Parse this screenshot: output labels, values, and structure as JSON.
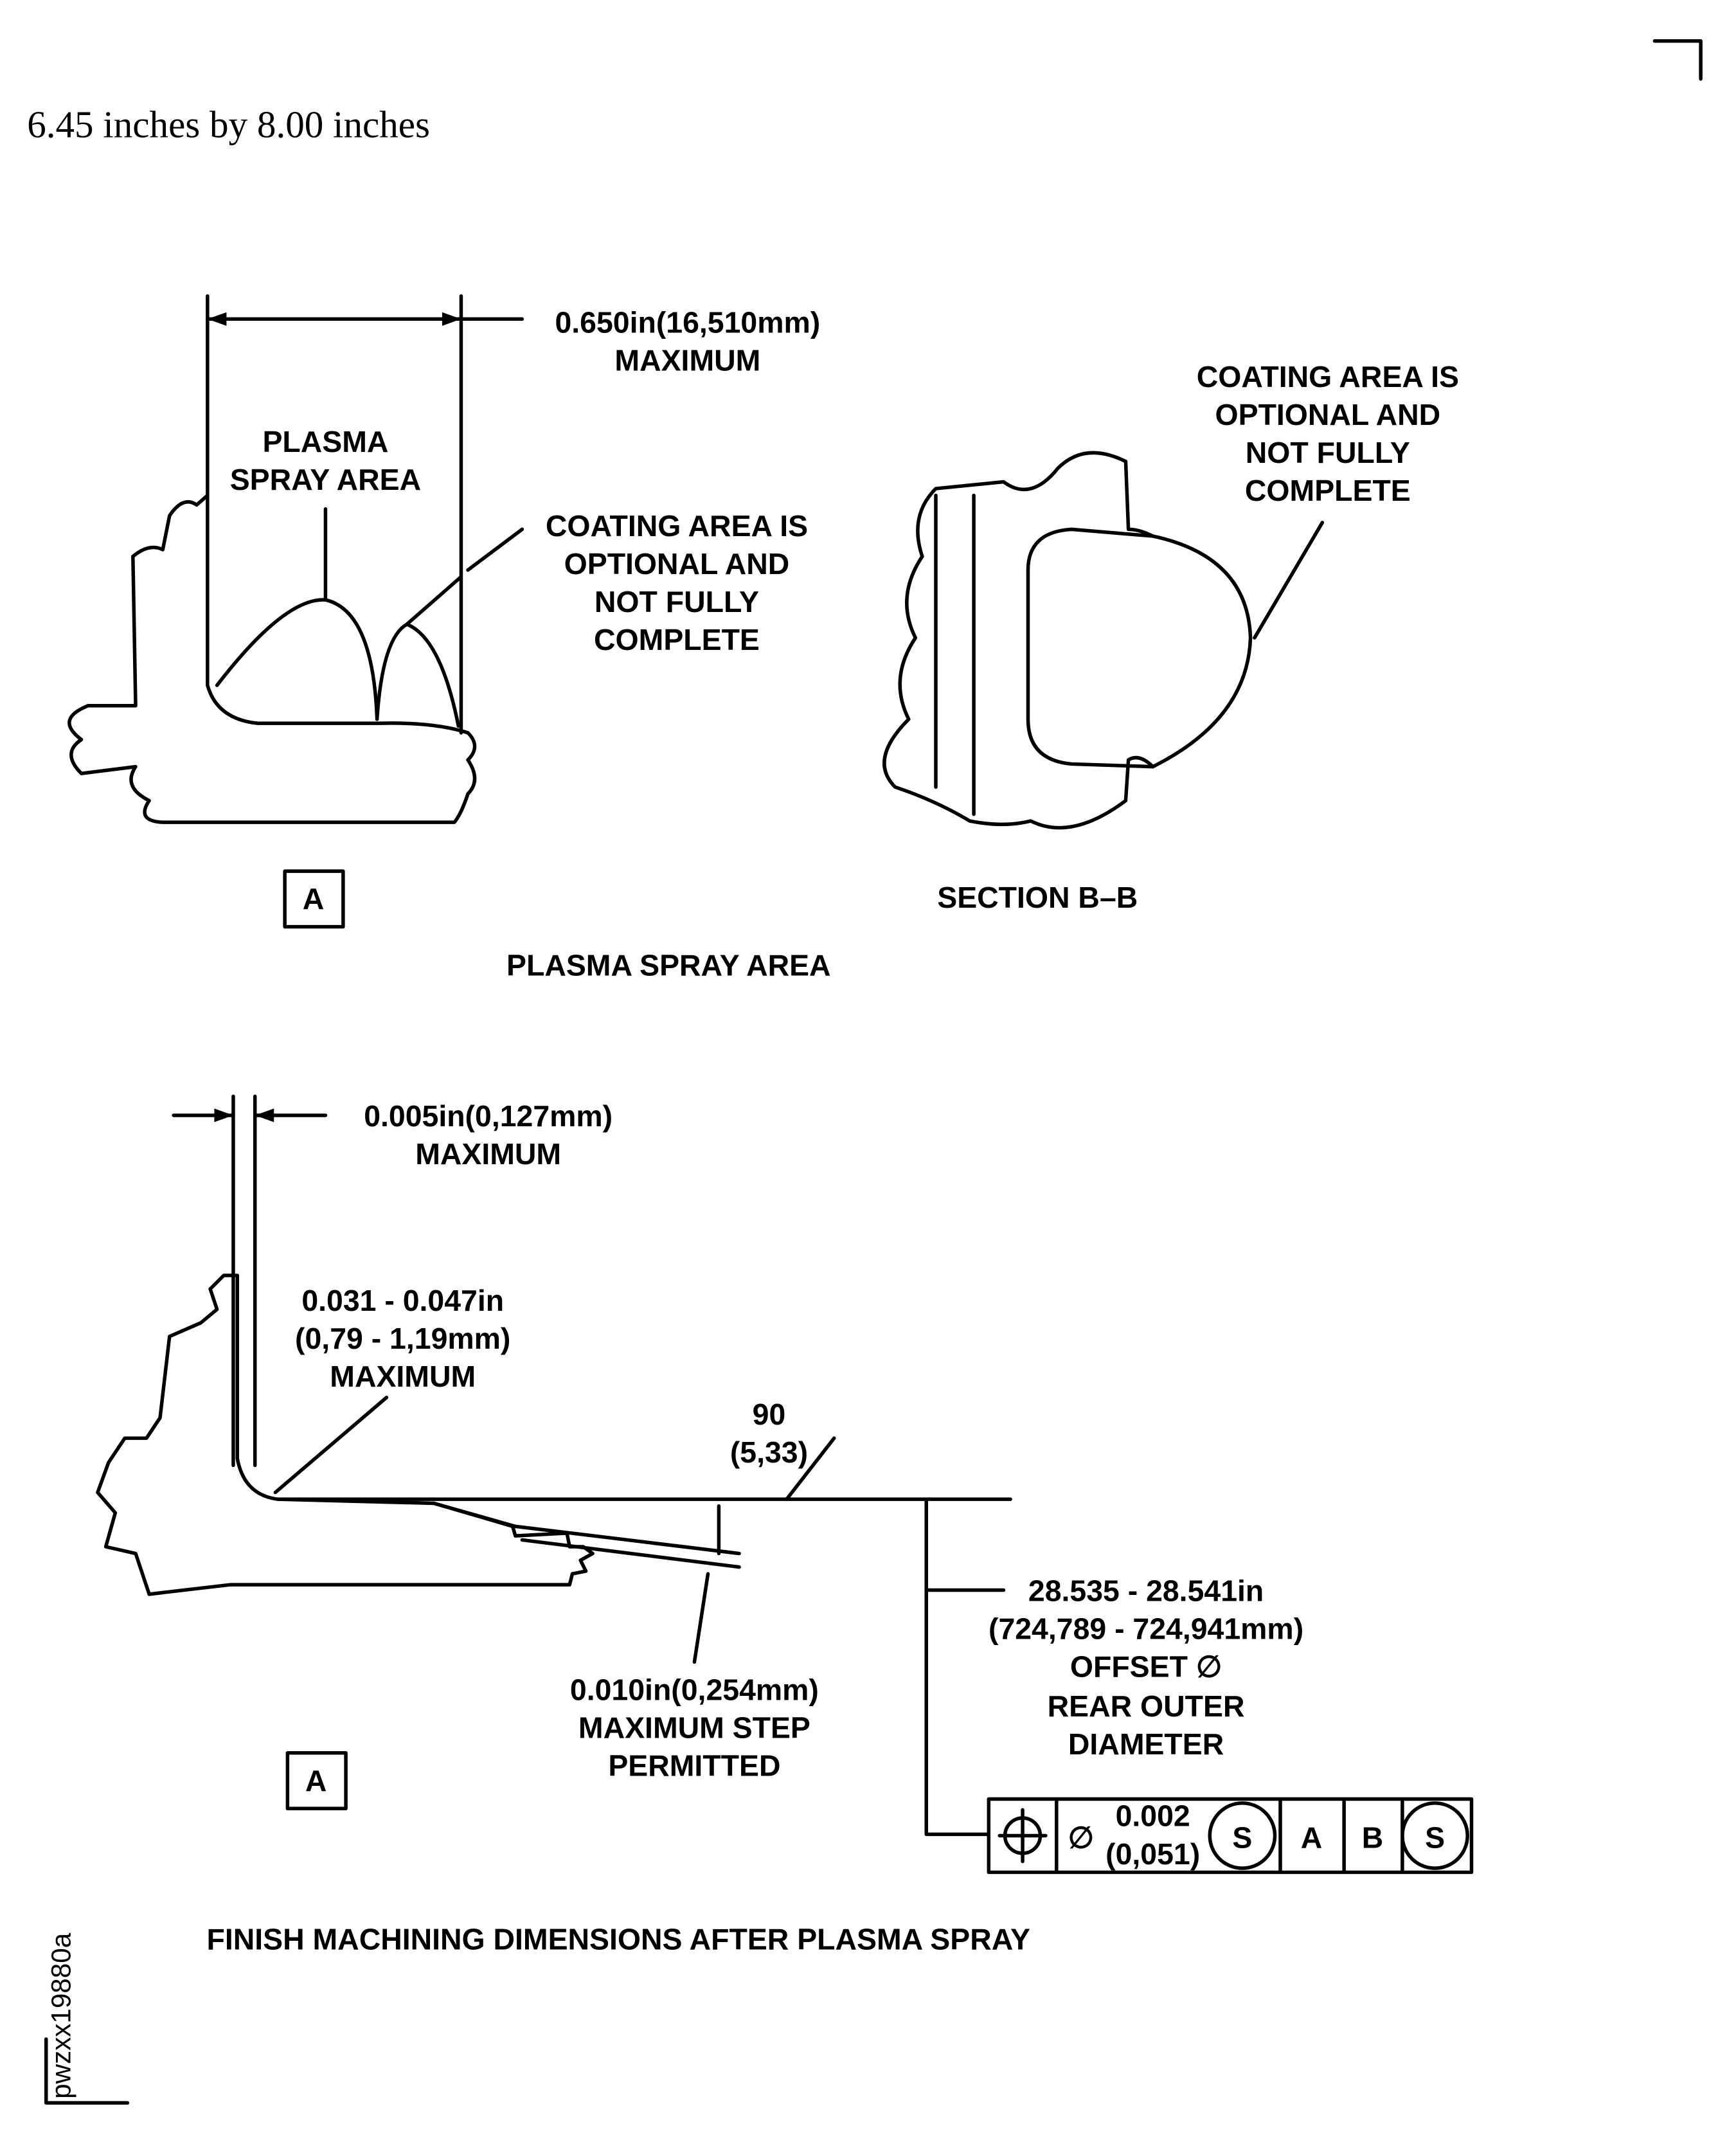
{
  "header": {
    "size_note": "6.45 inches by 8.00 inches"
  },
  "figure_id": "pwzxx19880a",
  "top": {
    "width_dim": [
      "0.650in(16,510mm)",
      "MAXIMUM"
    ],
    "plasma_label": [
      "PLASMA",
      "SPRAY AREA"
    ],
    "coating_note_left": [
      "COATING AREA IS",
      "OPTIONAL AND",
      "NOT FULLY",
      "COMPLETE"
    ],
    "coating_note_right": [
      "COATING AREA IS",
      "OPTIONAL AND",
      "NOT FULLY",
      "COMPLETE"
    ],
    "view_label": "A",
    "section_label": "SECTION  B–B",
    "caption": "PLASMA SPRAY AREA"
  },
  "bottom": {
    "gap_dim": [
      "0.005in(0,127mm)",
      "MAXIMUM"
    ],
    "radius_dim": [
      "0.031 - 0.047in",
      "(0,79 - 1,19mm)",
      "MAXIMUM"
    ],
    "finish": [
      "90",
      "(5,33)"
    ],
    "step_dim": [
      "0.010in(0,254mm)",
      "MAXIMUM STEP",
      "PERMITTED"
    ],
    "diameter_dim": [
      "28.535 - 28.541in",
      "(724,789 - 724,941mm)",
      "OFFSET ∅",
      "REAR OUTER",
      "DIAMETER"
    ],
    "view_label": "A",
    "fcf": {
      "symbol": "⌖",
      "dia": "∅",
      "tol": [
        "0.002",
        "(0,051)"
      ],
      "mod1": "S",
      "datum_a": "A",
      "datum_b": "B",
      "mod2": "S"
    },
    "caption": "FINISH MACHINING DIMENSIONS AFTER PLASMA SPRAY"
  }
}
